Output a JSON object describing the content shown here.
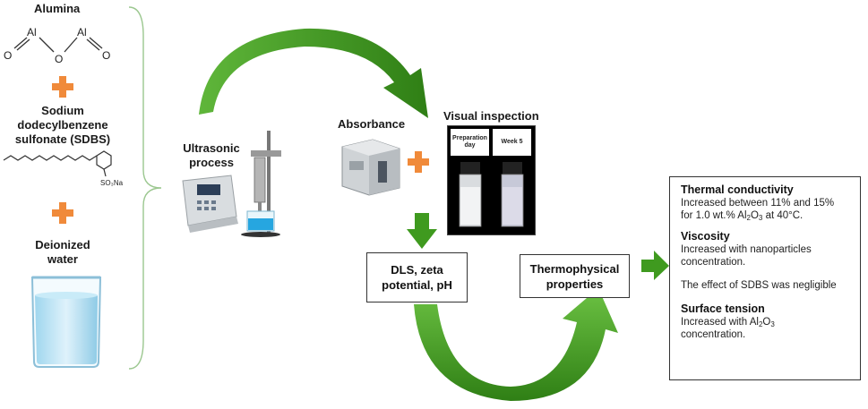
{
  "reagents": {
    "alumina_label": "Alumina",
    "alumina_atoms": [
      "O",
      "Al",
      "O",
      "Al",
      "O"
    ],
    "sdbs_label_1": "Sodium",
    "sdbs_label_2": "dodecylbenzene",
    "sdbs_label_3": "sulfonate (SDBS)",
    "sdbs_group": "SO₃Na",
    "water_label_1": "Deionized",
    "water_label_2": "water"
  },
  "process": {
    "ultrasonic_label_1": "Ultrasonic",
    "ultrasonic_label_2": "process"
  },
  "characterization": {
    "absorbance_label": "Absorbance",
    "visual_label": "Visual inspection",
    "vial_1_label_1": "Preparation",
    "vial_1_label_2": "day",
    "vial_2_label": "Week 5",
    "dls_line_1": "DLS, zeta",
    "dls_line_2": "potential, pH",
    "thermo_line_1": "Thermophysical",
    "thermo_line_2": "properties"
  },
  "results": {
    "tc_heading": "Thermal conductivity",
    "tc_text_1": "Increased between 11% and 15%",
    "tc_text_2a": "for 1.0 wt.% Al",
    "tc_sub_a": "2",
    "tc_text_2b": "O",
    "tc_sub_b": "3",
    "tc_text_2c": " at 40°C.",
    "visc_heading": "Viscosity",
    "visc_text_1": "Increased with nanoparticles",
    "visc_text_2": "concentration.",
    "sdbs_text": "The effect of SDBS was negligible",
    "st_heading": "Surface tension",
    "st_text_1a": "Increased with Al",
    "st_sub_a": "2",
    "st_text_1b": "O",
    "st_sub_b": "3",
    "st_text_2": "concentration."
  },
  "colors": {
    "arrow_green": "#3f9a1f",
    "plus_orange": "#f08a3a"
  }
}
